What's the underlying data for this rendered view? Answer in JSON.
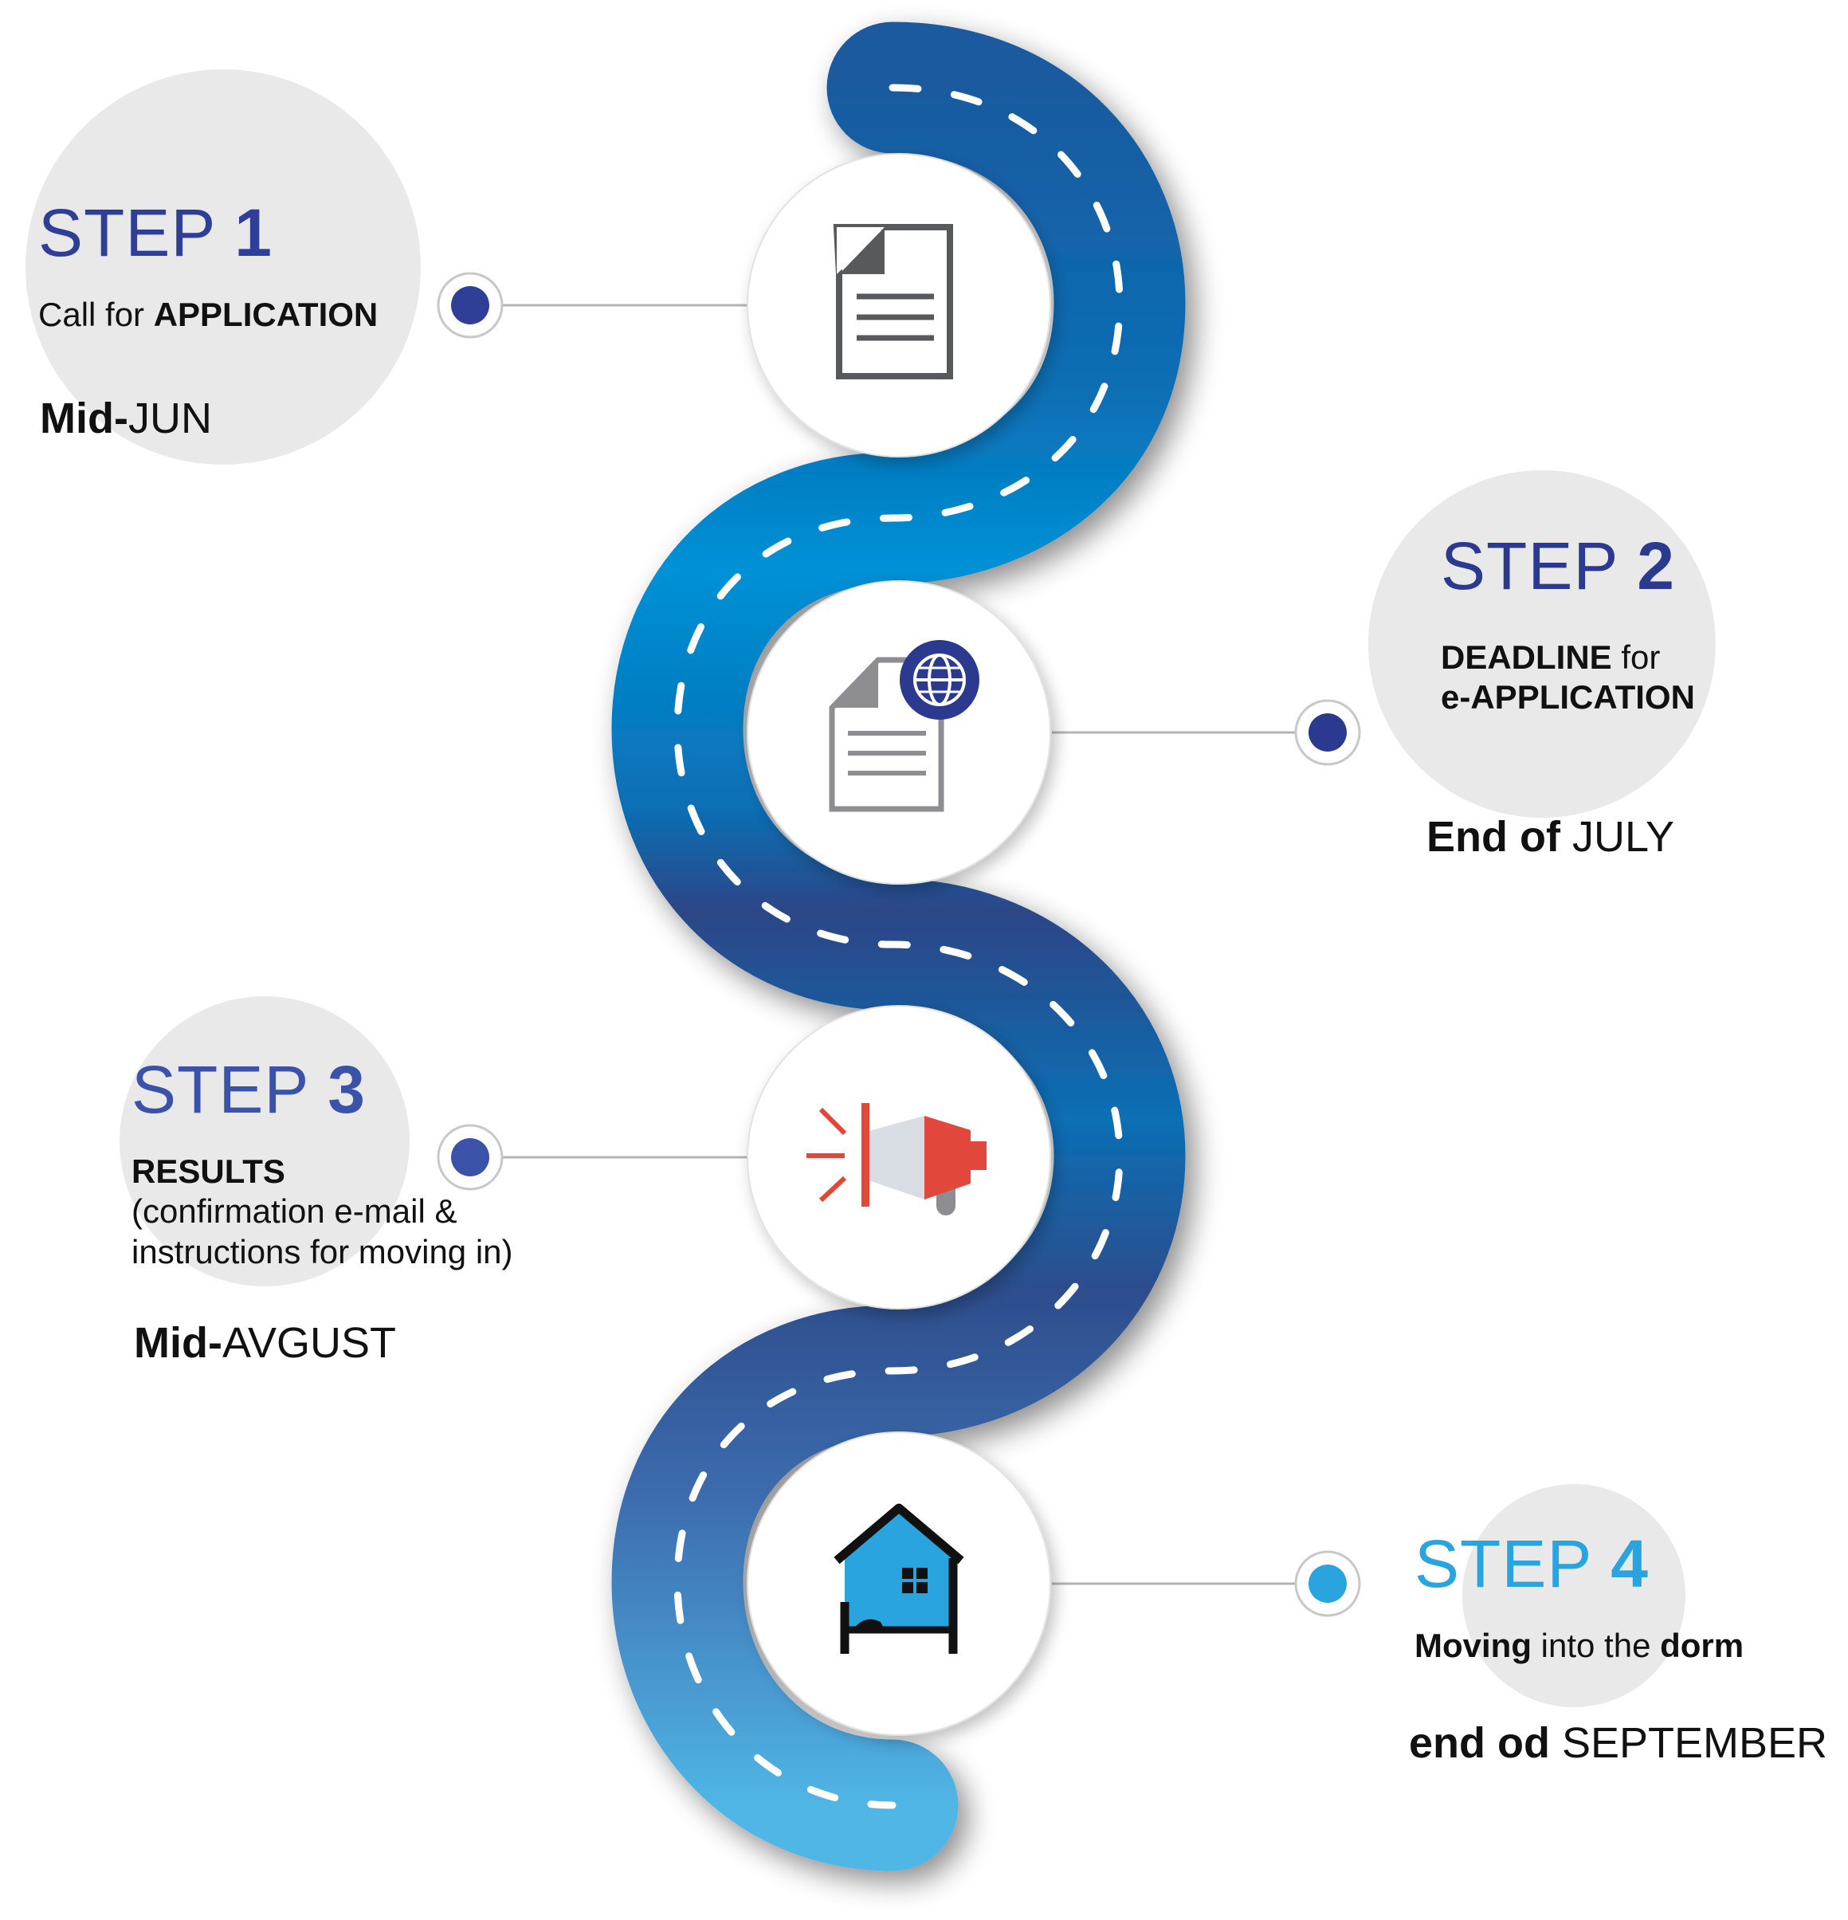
{
  "colors": {
    "road_dark": "#2b3f87",
    "road_mid": "#0083c8",
    "road_light": "#4bb2e3",
    "bubble": "#e9e9ea",
    "connector": "#b4b4b4",
    "step1": "#2f3f98",
    "step2": "#2b3a8f",
    "step3": "#3a53a8",
    "step4": "#2aa4de",
    "icon_gray": "#58595b",
    "megaphone_red": "#e2473b",
    "house_blue": "#2aa4de"
  },
  "steps": [
    {
      "title_word": "STEP",
      "title_num": "1",
      "body": [
        {
          "pre": "Call for ",
          "bold": "APPLICATION",
          "post": ""
        }
      ],
      "date_bold": "Mid-",
      "date_rest": "JUN",
      "icon": "document-icon"
    },
    {
      "title_word": "STEP",
      "title_num": "2",
      "body": [
        {
          "pre": "",
          "bold": "DEADLINE",
          "post": " for"
        },
        {
          "pre": "",
          "bold": "e-APPLICATION",
          "post": ""
        }
      ],
      "date_bold": "End of",
      "date_rest": " JULY",
      "icon": "e-document-globe-icon"
    },
    {
      "title_word": "STEP",
      "title_num": "3",
      "body": [
        {
          "pre": "",
          "bold": "RESULTS",
          "post": ""
        },
        {
          "pre": "(confirmation e-mail &",
          "bold": "",
          "post": ""
        },
        {
          "pre": "instructions for moving in)",
          "bold": "",
          "post": ""
        }
      ],
      "date_bold": "Mid-",
      "date_rest": "AVGUST",
      "icon": "megaphone-icon"
    },
    {
      "title_word": "STEP",
      "title_num": "4",
      "body": [
        {
          "pre": "",
          "bold": "Moving",
          "post": " into the "
        },
        {
          "pre": "",
          "bold": "dorm",
          "post": ""
        }
      ],
      "date_bold": "end od",
      "date_rest": " SEPTEMBER",
      "icon": "house-bed-icon"
    }
  ]
}
